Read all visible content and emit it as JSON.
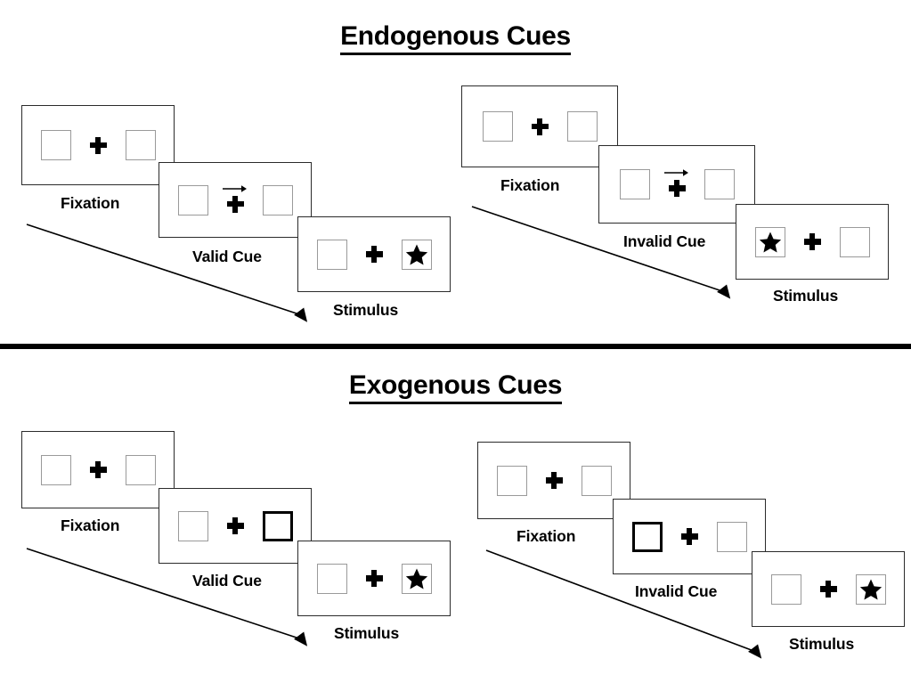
{
  "figure": {
    "title_top": "Endogenous Cues",
    "title_bottom": "Exogenous Cues",
    "ink_color": "#000000",
    "box_outline_color": "#9a9a9a",
    "panel_outline_color": "#2b2b2b",
    "background": "#ffffff"
  },
  "sections": [
    {
      "id": "endogenous",
      "title": "Endogenous Cues",
      "sequences": [
        {
          "id": "endogenous-valid",
          "frames": [
            {
              "caption": "Fixation",
              "left_box": {
                "style": "normal",
                "content": "none"
              },
              "center": "plus",
              "right_box": {
                "style": "normal",
                "content": "none"
              },
              "cue": "none"
            },
            {
              "caption": "Valid Cue",
              "left_box": {
                "style": "normal",
                "content": "none"
              },
              "center": "plus",
              "right_box": {
                "style": "normal",
                "content": "none"
              },
              "cue": "arrow-right"
            },
            {
              "caption": "Stimulus",
              "left_box": {
                "style": "normal",
                "content": "none"
              },
              "center": "plus",
              "right_box": {
                "style": "normal",
                "content": "star"
              },
              "cue": "none"
            }
          ]
        },
        {
          "id": "endogenous-invalid",
          "frames": [
            {
              "caption": "Fixation",
              "left_box": {
                "style": "normal",
                "content": "none"
              },
              "center": "plus",
              "right_box": {
                "style": "normal",
                "content": "none"
              },
              "cue": "none"
            },
            {
              "caption": "Invalid Cue",
              "left_box": {
                "style": "normal",
                "content": "none"
              },
              "center": "plus",
              "right_box": {
                "style": "normal",
                "content": "none"
              },
              "cue": "arrow-right"
            },
            {
              "caption": "Stimulus",
              "left_box": {
                "style": "normal",
                "content": "star"
              },
              "center": "plus",
              "right_box": {
                "style": "normal",
                "content": "none"
              },
              "cue": "none"
            }
          ]
        }
      ]
    },
    {
      "id": "exogenous",
      "title": "Exogenous Cues",
      "sequences": [
        {
          "id": "exogenous-valid",
          "frames": [
            {
              "caption": "Fixation",
              "left_box": {
                "style": "normal",
                "content": "none"
              },
              "center": "plus",
              "right_box": {
                "style": "normal",
                "content": "none"
              },
              "cue": "none"
            },
            {
              "caption": "Valid Cue",
              "left_box": {
                "style": "normal",
                "content": "none"
              },
              "center": "plus",
              "right_box": {
                "style": "bold",
                "content": "none"
              },
              "cue": "none"
            },
            {
              "caption": "Stimulus",
              "left_box": {
                "style": "normal",
                "content": "none"
              },
              "center": "plus",
              "right_box": {
                "style": "normal",
                "content": "star"
              },
              "cue": "none"
            }
          ]
        },
        {
          "id": "exogenous-invalid",
          "frames": [
            {
              "caption": "Fixation",
              "left_box": {
                "style": "normal",
                "content": "none"
              },
              "center": "plus",
              "right_box": {
                "style": "normal",
                "content": "none"
              },
              "cue": "none"
            },
            {
              "caption": "Invalid Cue",
              "left_box": {
                "style": "bold",
                "content": "none"
              },
              "center": "plus",
              "right_box": {
                "style": "normal",
                "content": "none"
              },
              "cue": "none"
            },
            {
              "caption": "Stimulus",
              "left_box": {
                "style": "normal",
                "content": "none"
              },
              "center": "plus",
              "right_box": {
                "style": "normal",
                "content": "star"
              },
              "cue": "none"
            }
          ]
        }
      ]
    }
  ],
  "labels": {
    "endo_valid_fixation": "Fixation",
    "endo_valid_cue": "Valid Cue",
    "endo_valid_stimulus": "Stimulus",
    "endo_invalid_fixation": "Fixation",
    "endo_invalid_cue": "Invalid Cue",
    "endo_invalid_stimulus": "Stimulus",
    "exo_valid_fixation": "Fixation",
    "exo_valid_cue": "Valid Cue",
    "exo_valid_stimulus": "Stimulus",
    "exo_invalid_fixation": "Fixation",
    "exo_invalid_cue": "Invalid Cue",
    "exo_invalid_stimulus": "Stimulus"
  },
  "icons": {
    "star": "star-icon",
    "plus": "fixation-cross-icon",
    "cue_arrow": "arrow-right-icon",
    "flow_arrow": "time-flow-arrow-icon"
  }
}
